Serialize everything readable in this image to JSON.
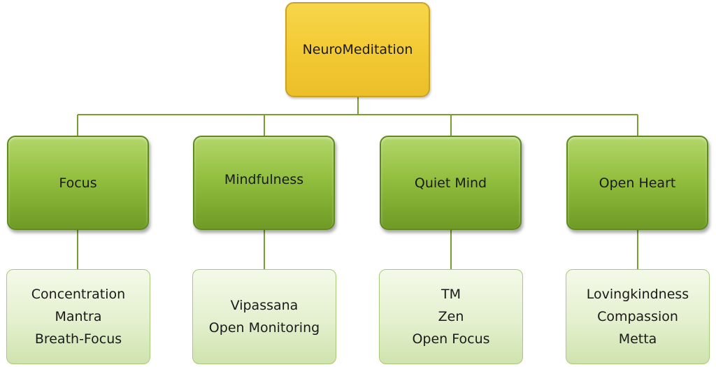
{
  "root": {
    "label": "NeuroMeditation"
  },
  "branches": [
    {
      "label": "Focus",
      "items": [
        "Concentration",
        "Mantra",
        "Breath-Focus"
      ]
    },
    {
      "label": "Mindfulness",
      "items": [
        "Vipassana",
        "Open Monitoring"
      ]
    },
    {
      "label": "Quiet Mind",
      "items": [
        "TM",
        "Zen",
        "Open Focus"
      ]
    },
    {
      "label": "Open Heart",
      "items": [
        "Lovingkindness",
        "Compassion",
        "Metta"
      ]
    }
  ],
  "colors": {
    "root_fill": "#f2c933",
    "branch_fill": "#93bf3f",
    "leaf_fill": "#e4f0cf",
    "connector": "#7a9e2e"
  }
}
